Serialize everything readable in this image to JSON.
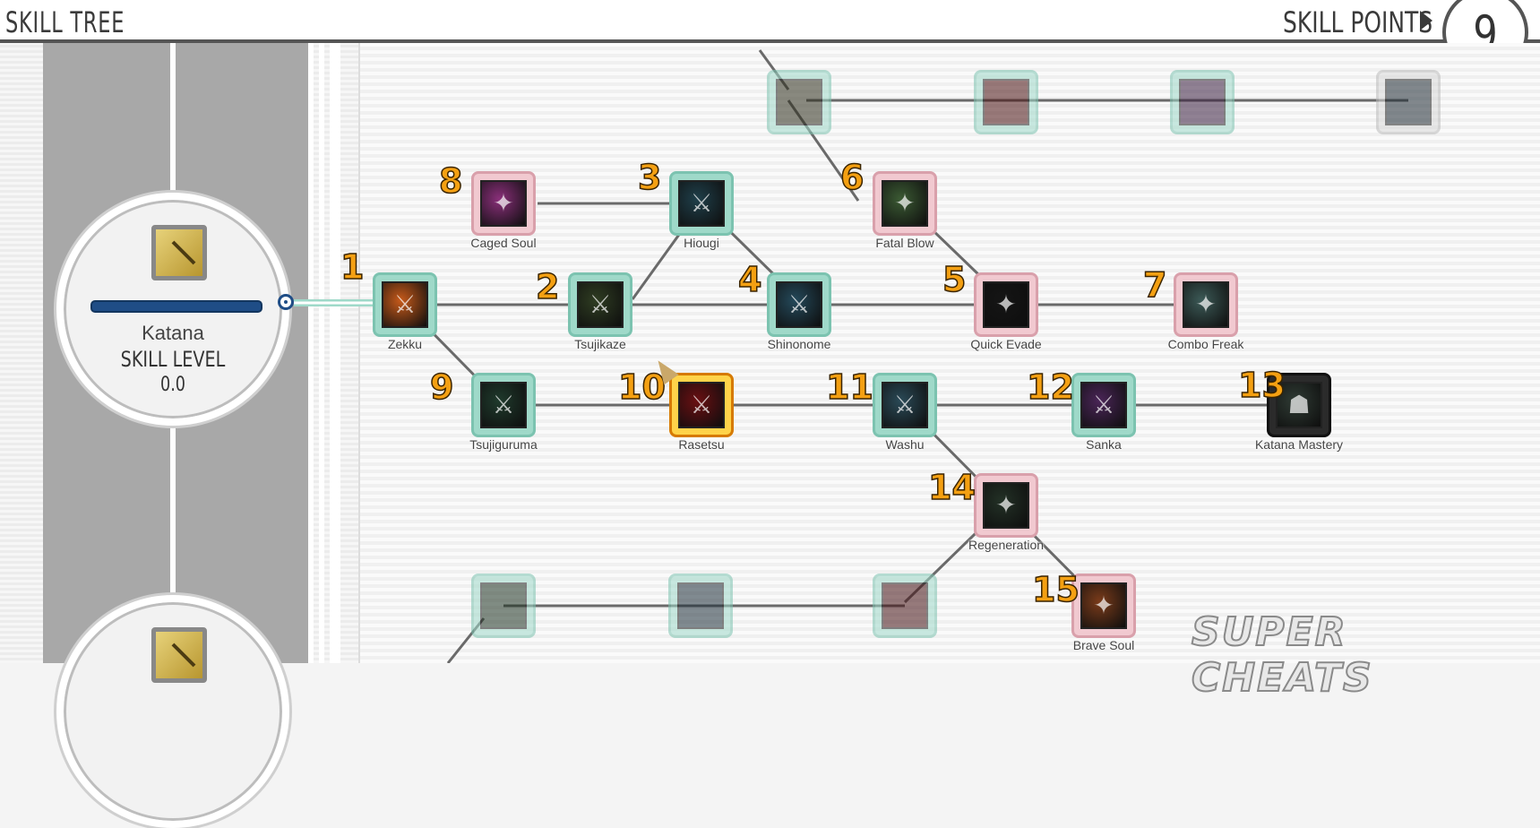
{
  "header": {
    "title": "SKILL TREE",
    "skill_points_label": "SKILL POINTS",
    "skill_points": "9"
  },
  "weapon": {
    "name": "Katana",
    "level_label": "SKILL LEVEL",
    "level": "0.0"
  },
  "skills": [
    {
      "id": "zekku",
      "label": "Zekku",
      "number": "1",
      "color": "#c75a1a",
      "style": "teal"
    },
    {
      "id": "tsujikaze",
      "label": "Tsujikaze",
      "number": "2",
      "color": "#2f3d22",
      "style": "teal"
    },
    {
      "id": "hiougi",
      "label": "Hiougi",
      "number": "3",
      "color": "#1f3f4a",
      "style": "teal"
    },
    {
      "id": "shinonome",
      "label": "Shinonome",
      "number": "4",
      "color": "#24495a",
      "style": "teal"
    },
    {
      "id": "quick-evade",
      "label": "Quick Evade",
      "number": "5",
      "color": "#151515",
      "style": "pink"
    },
    {
      "id": "fatal-blow",
      "label": "Fatal Blow",
      "number": "6",
      "color": "#3b5a33",
      "style": "pink"
    },
    {
      "id": "combo-freak",
      "label": "Combo Freak",
      "number": "7",
      "color": "#3c5a57",
      "style": "pink"
    },
    {
      "id": "caged-soul",
      "label": "Caged Soul",
      "number": "8",
      "color": "#8a2f7a",
      "style": "pink"
    },
    {
      "id": "tsujiguruma",
      "label": "Tsujiguruma",
      "number": "9",
      "color": "#1f3a2c",
      "style": "teal"
    },
    {
      "id": "rasetsu",
      "label": "Rasetsu",
      "number": "10",
      "color": "#6a0f12",
      "style": "gold"
    },
    {
      "id": "washu",
      "label": "Washu",
      "number": "11",
      "color": "#2a4a57",
      "style": "teal"
    },
    {
      "id": "sanka",
      "label": "Sanka",
      "number": "12",
      "color": "#4a2557",
      "style": "teal"
    },
    {
      "id": "katana-mastery",
      "label": "Katana Mastery",
      "number": "13",
      "color": "#2f3b34",
      "style": "dark"
    },
    {
      "id": "regeneration",
      "label": "Regeneration",
      "number": "14",
      "color": "#233126",
      "style": "pink"
    },
    {
      "id": "brave-soul",
      "label": "Brave Soul",
      "number": "15",
      "color": "#7a3b1a",
      "style": "pink"
    }
  ],
  "watermark": "SUPER CHEATS"
}
